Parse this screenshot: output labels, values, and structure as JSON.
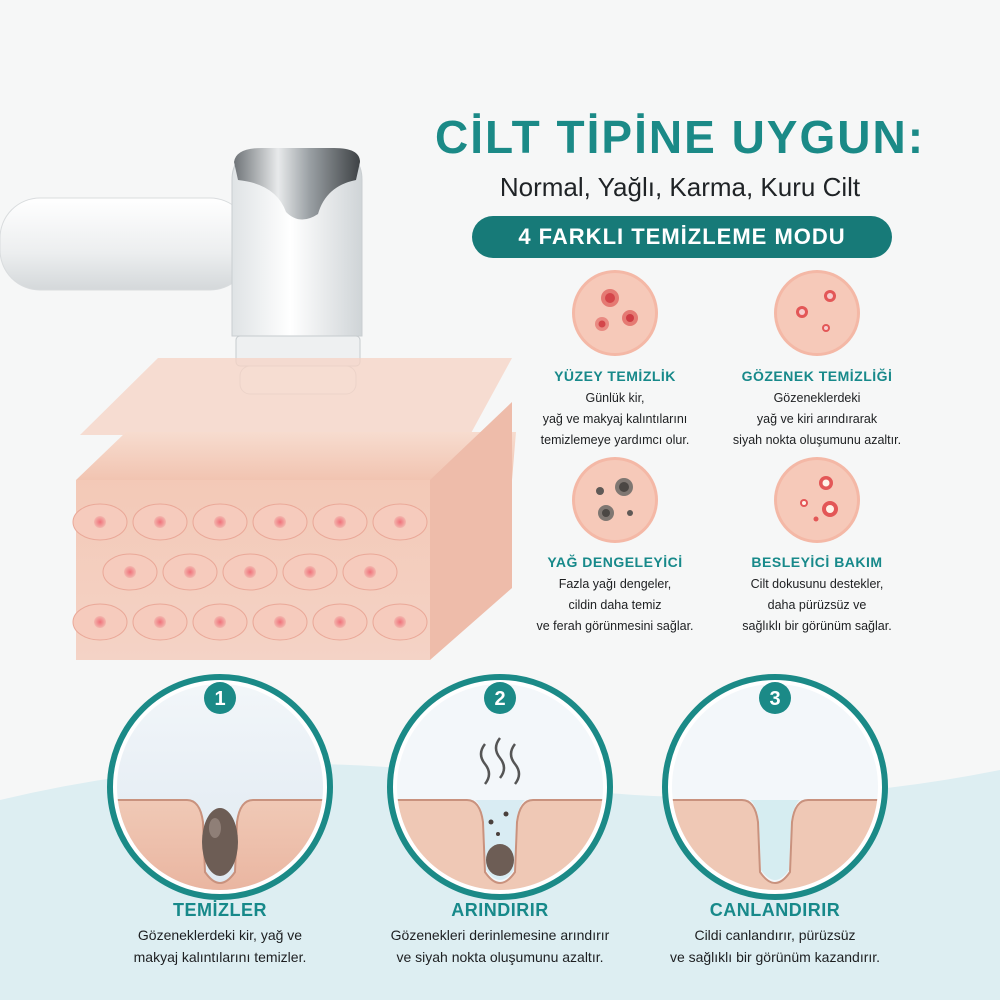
{
  "headline": "CİLT TİPİNE UYGUN:",
  "subhead": "Normal, Yağlı, Karma, Kuru Cilt",
  "mode_banner": "4 FARKLI TEMİZLEME MODU",
  "features": [
    {
      "title": "YÜZEY TEMİZLİK",
      "lines": [
        "Günlük kir,",
        "yağ ve makyaj kalıntılarını",
        "temizlemeye yardımcı olur."
      ]
    },
    {
      "title": "GÖZENEK TEMİZLİĞİ",
      "lines": [
        "Gözeneklerdeki",
        "yağ ve kiri arındırarak",
        "siyah nokta oluşumunu azaltır."
      ]
    },
    {
      "title": "YAĞ DENGELEYİCİ",
      "lines": [
        "Fazla yağı dengeler,",
        "cildin daha temiz",
        "ve ferah görünmesini sağlar."
      ]
    },
    {
      "title": "BESLEYİCİ BAKIM",
      "lines": [
        "Cilt dokusunu destekler,",
        "daha pürüzsüz ve",
        "sağlıklı bir görünüm sağlar."
      ]
    }
  ],
  "steps": [
    {
      "number": "1",
      "title": "TEMİZLER",
      "lines": [
        "Gözeneklerdeki kir, yağ ve",
        "makyaj kalıntılarını temizler."
      ]
    },
    {
      "number": "2",
      "title": "ARINDIRIR",
      "lines": [
        "Gözenekleri derinlemesine arındırır",
        "ve siyah nokta oluşumunu azaltır."
      ]
    },
    {
      "number": "3",
      "title": "CANLANDIRIR",
      "lines": [
        "Cildi canlandırır, pürüzsüz",
        "ve sağlıklı bir görünüm kazandırır."
      ]
    }
  ],
  "colors": {
    "teal": "#1b8a87",
    "teal_dark": "#177a78",
    "skin": "#f2c3b0",
    "skin_dark": "#e59f8a",
    "spot_red": "#d9544f",
    "spot_dark": "#5a5a58"
  }
}
